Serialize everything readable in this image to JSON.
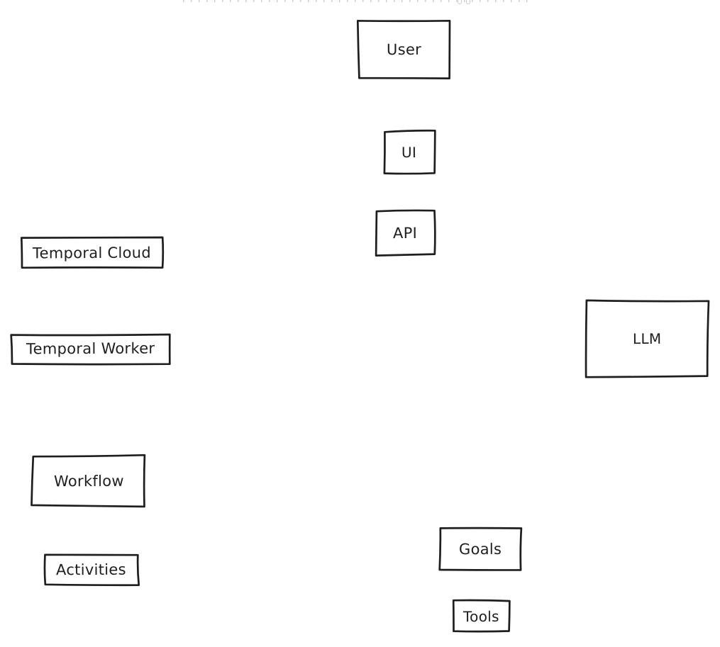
{
  "diagram": {
    "background": "#ffffff",
    "stroke_color": "#1e1e1e",
    "fill_color": "#ffffff",
    "nodes": [
      {
        "id": "user",
        "label": "User"
      },
      {
        "id": "ui",
        "label": "UI"
      },
      {
        "id": "api",
        "label": "API"
      },
      {
        "id": "temporal-cloud",
        "label": "Temporal Cloud"
      },
      {
        "id": "temporal-worker",
        "label": "Temporal Worker"
      },
      {
        "id": "llm",
        "label": "LLM"
      },
      {
        "id": "workflow",
        "label": "Workflow"
      },
      {
        "id": "activities",
        "label": "Activities"
      },
      {
        "id": "goals",
        "label": "Goals"
      },
      {
        "id": "tools",
        "label": "Tools"
      }
    ]
  }
}
